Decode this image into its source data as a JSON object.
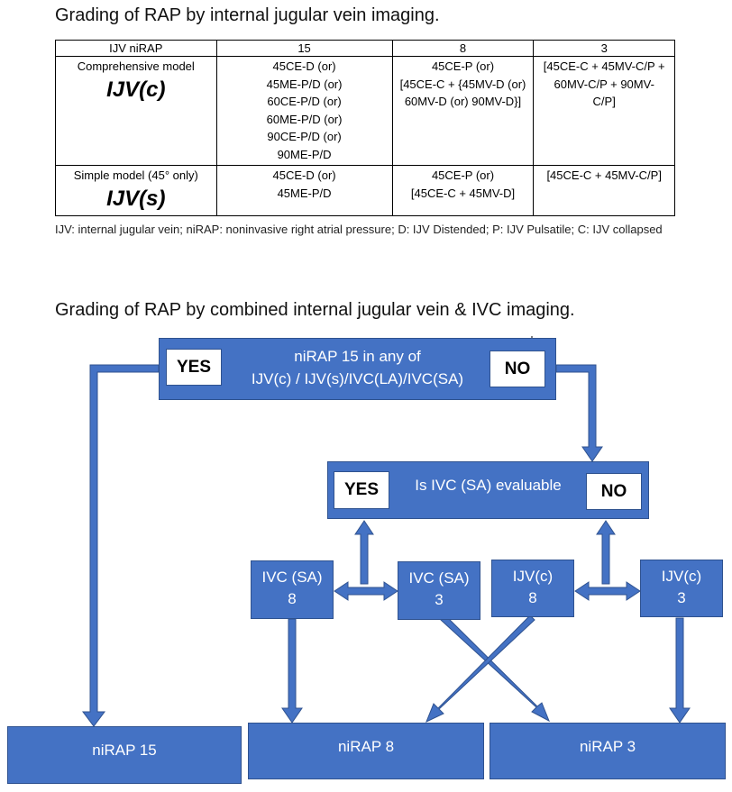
{
  "titles": {
    "table_title": "Grading of RAP by internal jugular vein imaging.",
    "diagram_title": "Grading of RAP by combined internal jugular vein & IVC imaging."
  },
  "table": {
    "headers": [
      "IJV niRAP",
      "15",
      "8",
      "3"
    ],
    "rows": [
      {
        "model_label": "Comprehensive model",
        "model_code": "IJV(c)",
        "cells": [
          [
            "45CE-D (or)",
            "45ME-P/D (or)",
            "60CE-P/D (or)",
            "60ME-P/D (or)",
            "90CE-P/D (or)",
            "90ME-P/D"
          ],
          [
            "45CE-P (or)",
            "[45CE-C + {45MV-D (or)",
            "60MV-D (or) 90MV-D}]"
          ],
          [
            "[45CE-C + 45MV-C/P +",
            "60MV-C/P + 90MV-",
            "C/P]"
          ]
        ]
      },
      {
        "model_label": "Simple model (45° only)",
        "model_code": "IJV(s)",
        "cells": [
          [
            "45CE-D (or)",
            "45ME-P/D"
          ],
          [
            "45CE-P (or)",
            "[45CE-C + 45MV-D]"
          ],
          [
            "[45CE-C + 45MV-C/P]"
          ]
        ]
      }
    ],
    "footnote": "IJV: internal jugular vein; niRAP: noninvasive right atrial pressure; D: IJV Distended; P: IJV Pulsatile; C: IJV collapsed"
  },
  "diagram": {
    "top_box": {
      "line1": "niRAP 15 in any of",
      "line2": "IJV(c) / IJV(s)/IVC(LA)/IVC(SA)",
      "yes": "YES",
      "no": "NO"
    },
    "mid_box": {
      "text": "Is IVC (SA) evaluable",
      "yes": "YES",
      "no": "NO"
    },
    "branch_boxes": [
      {
        "line1": "IVC (SA)",
        "line2": "8"
      },
      {
        "line1": "IVC (SA)",
        "line2": "3"
      },
      {
        "line1": "IJV(c)",
        "line2": "8"
      },
      {
        "line1": "IJV(c)",
        "line2": "3"
      }
    ],
    "outcomes": [
      "niRAP 15",
      "niRAP 8",
      "niRAP 3"
    ],
    "colors": {
      "box_fill": "#4472c4",
      "box_border": "#2f528f",
      "label_fill": "#ffffff"
    }
  }
}
